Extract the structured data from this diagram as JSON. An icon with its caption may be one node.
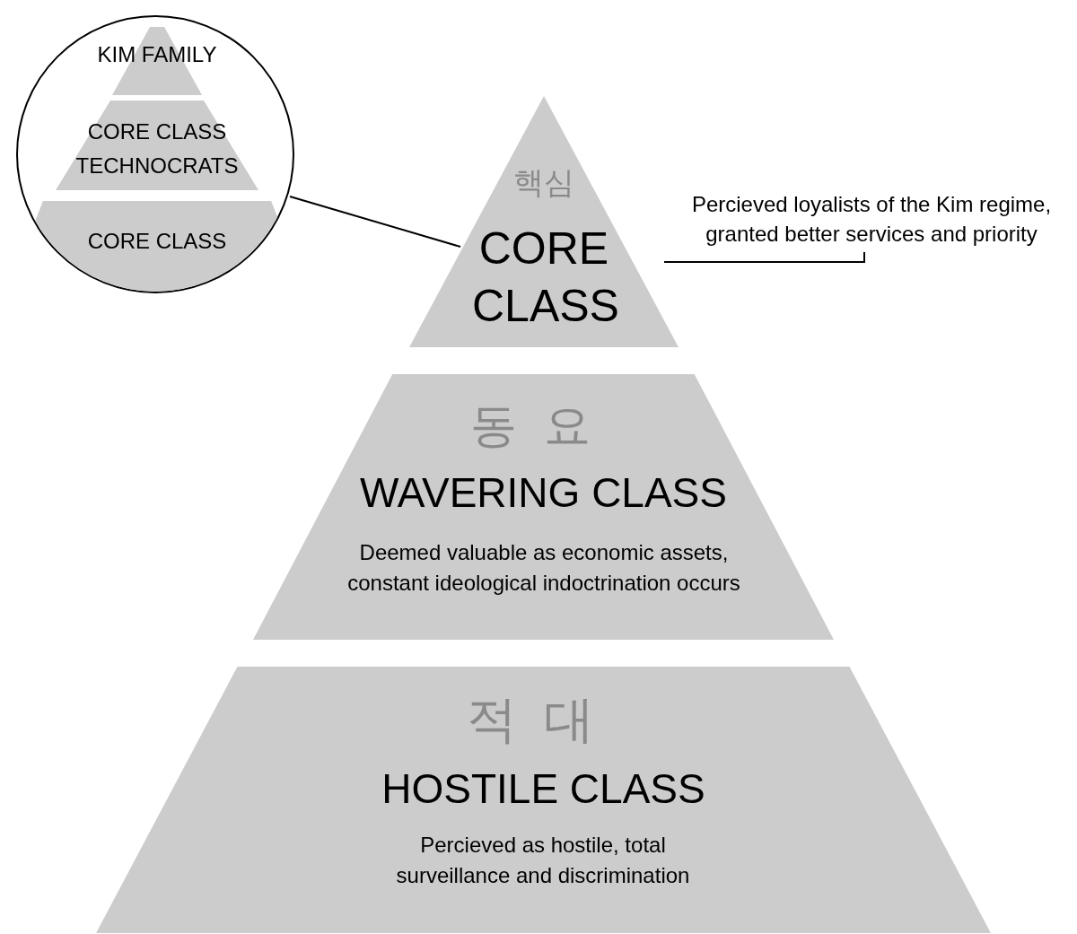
{
  "diagram": {
    "nodes": [
      {
        "text": [],
        "shape": "circle"
      },
      {
        "text": [
          "KIM FAMILY"
        ],
        "in": 0
      },
      {
        "text": [
          "CORE CLASS TECHNOCRATS"
        ],
        "in": 0
      },
      {
        "text": [
          "CORE CLASS"
        ],
        "in": 0
      },
      {
        "text": [
          "핵심",
          "CORE CLASS"
        ],
        "beside": [
          "Percieved loyalists of the Kim regime, granted better services and priority"
        ]
      },
      {
        "text": [
          "동요",
          "WAVERING CLASS",
          "Deemed valuable as economic assets, constant ideological indoctrination occurs"
        ]
      },
      {
        "text": [
          "적대",
          "HOSTILE CLASS",
          "Percieved as hostile, total surveillance and discrimination"
        ]
      }
    ],
    "edges": [
      {
        "from": 0,
        "to": 4,
        "arrow": "none"
      }
    ]
  }
}
